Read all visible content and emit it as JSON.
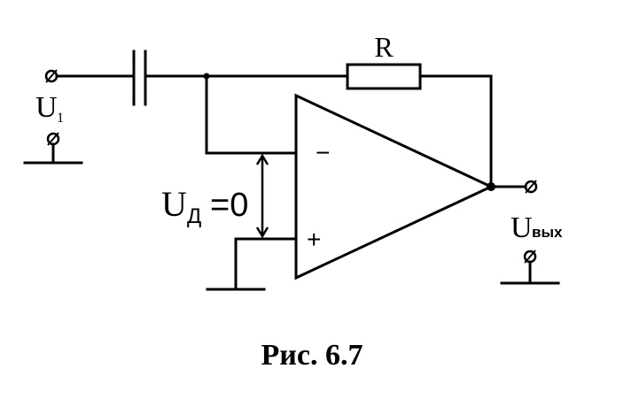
{
  "labels": {
    "resistor": "R",
    "input": "U",
    "input_sub": "1",
    "diff": "U",
    "diff_sub": "Д",
    "diff_eq": "=0",
    "output": "U",
    "output_sub": "вых",
    "minus": "−",
    "plus": "+"
  },
  "caption": "Рис. 6.7"
}
